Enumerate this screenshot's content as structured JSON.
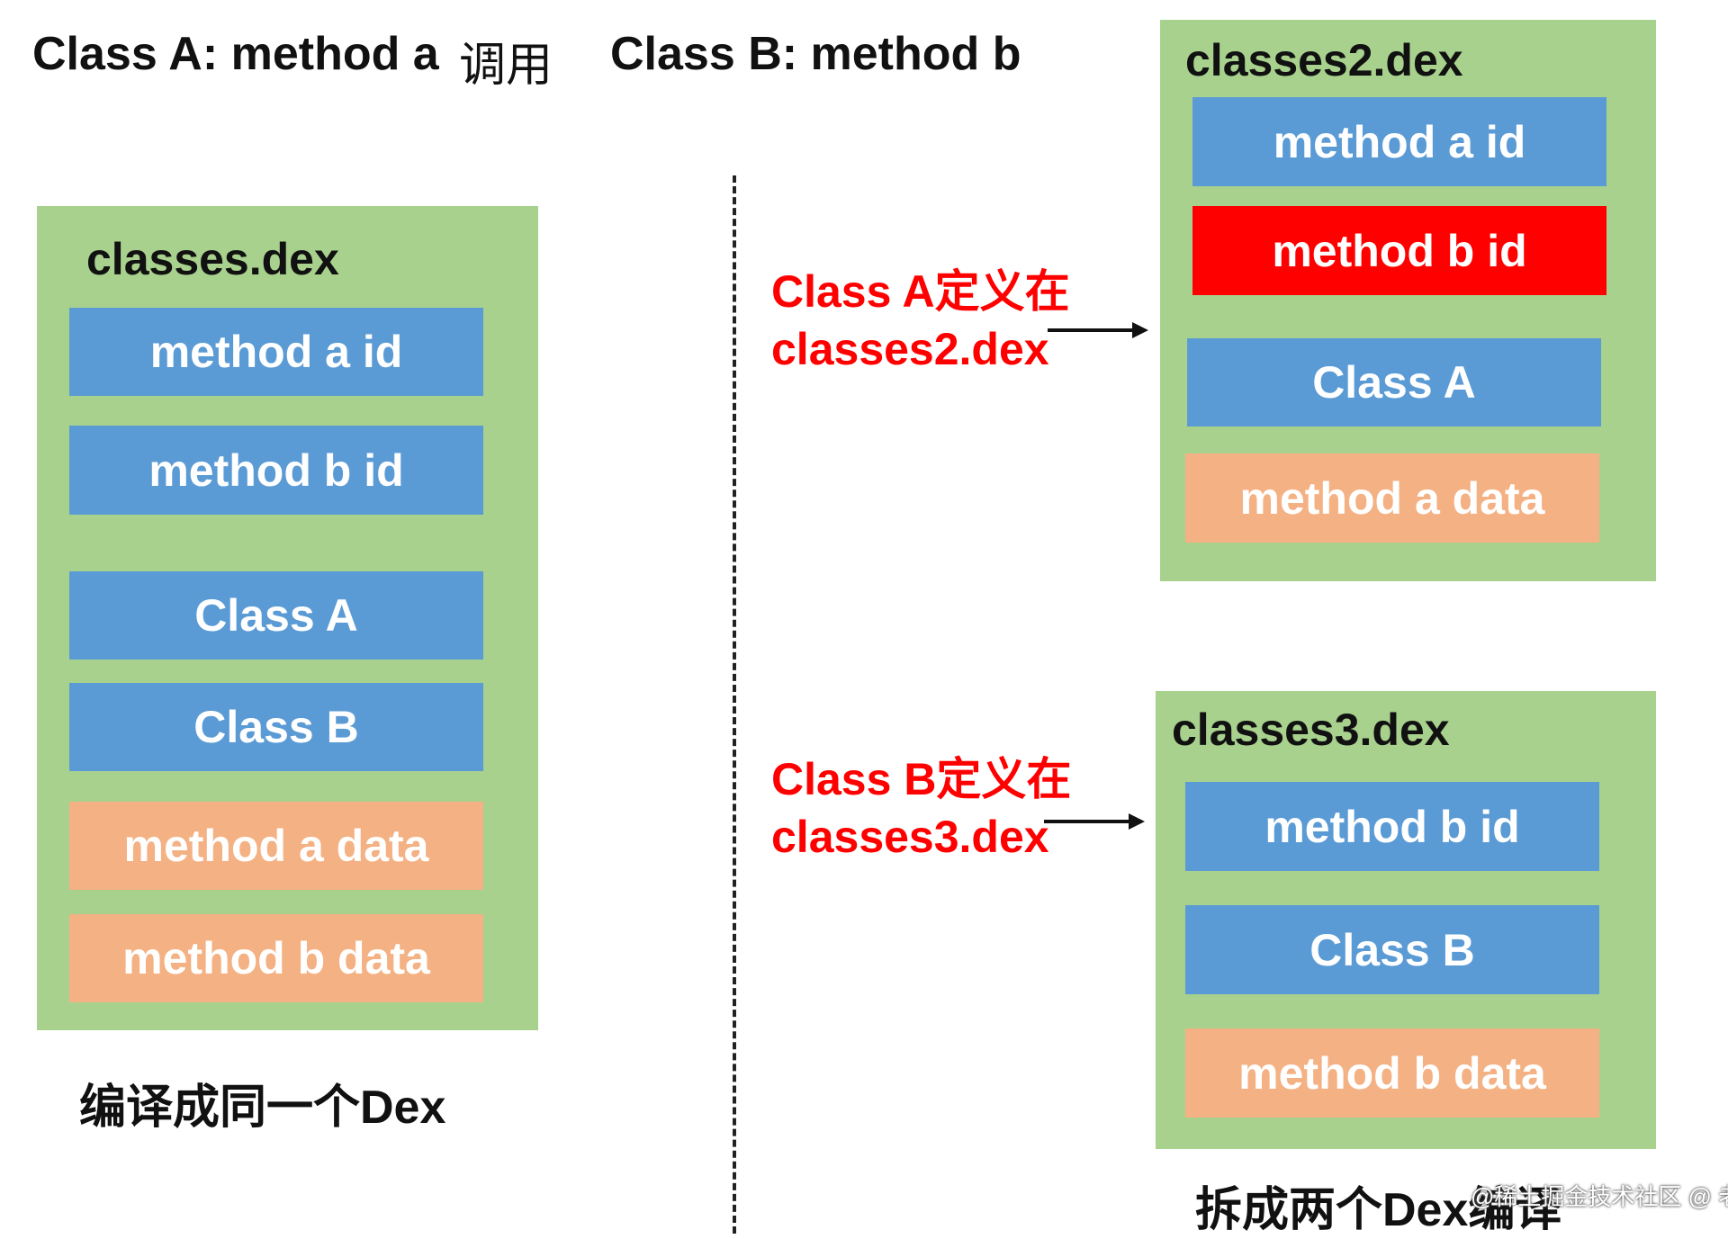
{
  "header": {
    "class_a": "Class A:  method a",
    "call": "调用",
    "class_b": "Class B: method b"
  },
  "single_dex": {
    "title": "classes.dex",
    "items": [
      "method a id",
      "method b id",
      "Class A",
      "Class B",
      "method a data",
      "method b data"
    ],
    "caption": "编译成同一个Dex"
  },
  "notes": {
    "a_line1": "Class A定义在",
    "a_line2": "classes2.dex",
    "b_line1": "Class B定义在",
    "b_line2": "classes3.dex"
  },
  "dex2": {
    "title": "classes2.dex",
    "items": [
      "method a id",
      "method b id",
      "Class A",
      "method a data"
    ]
  },
  "dex3": {
    "title": "classes3.dex",
    "items": [
      "method b id",
      "Class B",
      "method b data"
    ]
  },
  "split_caption": "拆成两个Dex编译",
  "watermark": "@稀土掘金技术社区 @ 老A说",
  "colors": {
    "dex_bg": "#a8d18d",
    "id_box": "#5b9bd5",
    "highlighted_id_box": "#ff0000",
    "data_box": "#f4b183",
    "note_text": "#ff0000"
  }
}
